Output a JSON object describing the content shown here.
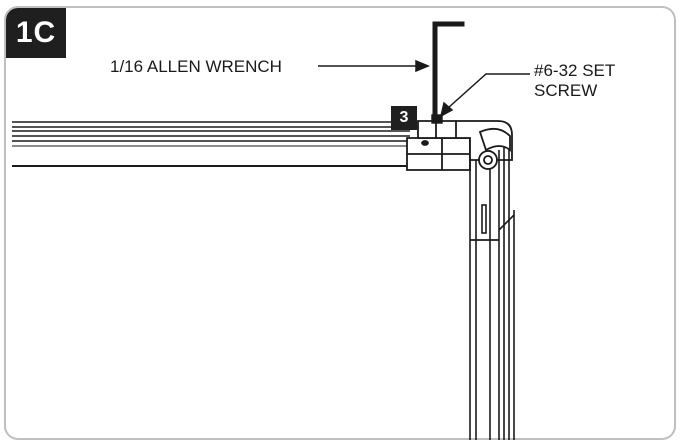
{
  "figure": {
    "step_label": "1C",
    "part_number": "3",
    "callouts": {
      "wrench": "1/16 ALLEN WRENCH",
      "set_screw_line1": "#6-32 SET",
      "set_screw_line2": "SCREW"
    }
  },
  "colors": {
    "badge_bg": "#1f1f1f",
    "badge_text": "#ffffff",
    "line": "#1a1a1a",
    "frame_border": "#bfbfbf"
  }
}
